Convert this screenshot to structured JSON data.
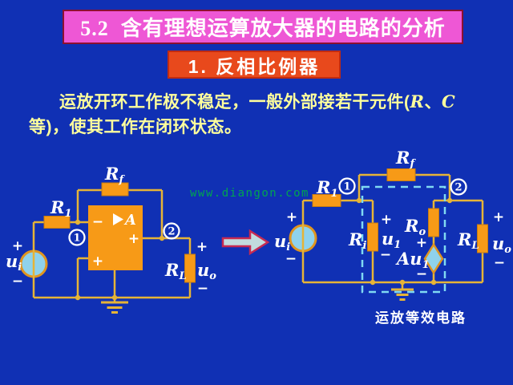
{
  "slide": {
    "title": "5.2  含有理想运算放大器的电路的分析",
    "subtitle": "1. 反相比例器",
    "body": {
      "line1_pre": "运放开环工作极不稳定，一般外部接若干元件(",
      "var_r": "R",
      "sep": "、",
      "var_c": "C",
      "line2": "等)，使其工作在闭环状态。"
    },
    "watermark": "www.diangon.com",
    "caption_right": "运放等效电路"
  },
  "colors": {
    "background": "#1030b4",
    "title_banner": "#ee57d5",
    "subtitle_banner": "#e8491c",
    "body_text": "#ffff9c",
    "wire": "#e6b437",
    "component_orange": "#f79a17",
    "source_fill": "#8fd2ec",
    "dashed_box": "#7fd9f2",
    "watermark_green": "#00a550",
    "arrow_fill": "#c2dcde",
    "arrow_border": "#c62a52"
  },
  "left_circuit": {
    "rf": {
      "main": "R",
      "sub": "f"
    },
    "r1": {
      "main": "R",
      "sub": "1"
    },
    "rl": {
      "main": "R",
      "sub": "L"
    },
    "ui": {
      "main": "u",
      "sub": "i"
    },
    "uo": {
      "main": "u",
      "sub": "o"
    },
    "node1": "1",
    "node2": "2",
    "opamp_gain": "A",
    "plus": "+",
    "minus": "−"
  },
  "right_circuit": {
    "rf": {
      "main": "R",
      "sub": "f"
    },
    "r1": {
      "main": "R",
      "sub": "1"
    },
    "ri": {
      "main": "R",
      "sub": "i"
    },
    "ro": {
      "main": "R",
      "sub": "o"
    },
    "rl": {
      "main": "R",
      "sub": "L"
    },
    "ui": {
      "main": "u",
      "sub": "i"
    },
    "u1": {
      "main": "u",
      "sub": "1"
    },
    "uo": {
      "main": "u",
      "sub": "o"
    },
    "dep_source": {
      "main": "Au",
      "sub": "1"
    },
    "node1": "1",
    "node2": "2",
    "plus": "+",
    "minus": "−"
  }
}
